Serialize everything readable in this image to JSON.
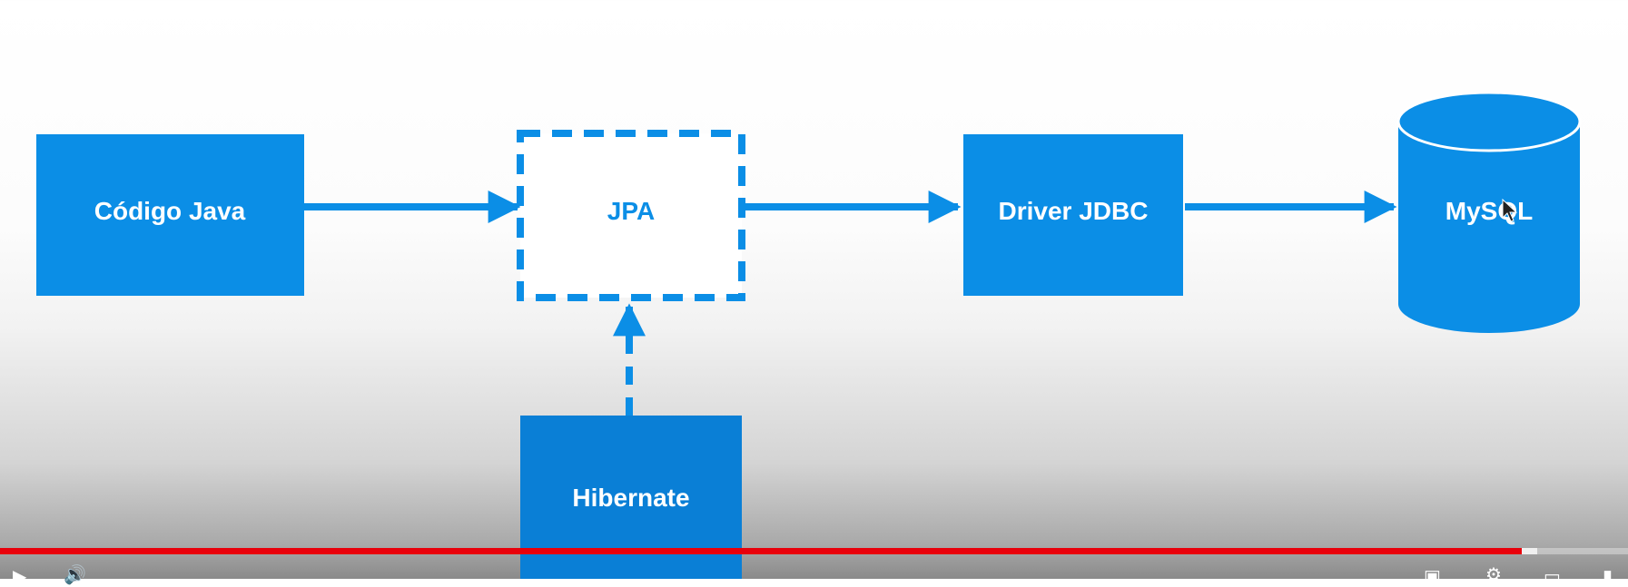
{
  "colors": {
    "node_fill": "#0b8ee6",
    "node_fill_dark": "#0a7fd6",
    "arrow": "#0b8ee6",
    "progress_played": "#e8000b"
  },
  "diagram": {
    "nodes": {
      "codigo_java": "Código Java",
      "jpa": "JPA",
      "driver_jdbc": "Driver JDBC",
      "mysql": "MySQL",
      "hibernate": "Hibernate"
    }
  },
  "player": {
    "progress": 0.935,
    "buffered": 0.009,
    "icons": [
      "play-icon",
      "volume-icon",
      "subtitles-icon",
      "settings-icon",
      "miniplayer-icon",
      "theater-icon"
    ]
  }
}
